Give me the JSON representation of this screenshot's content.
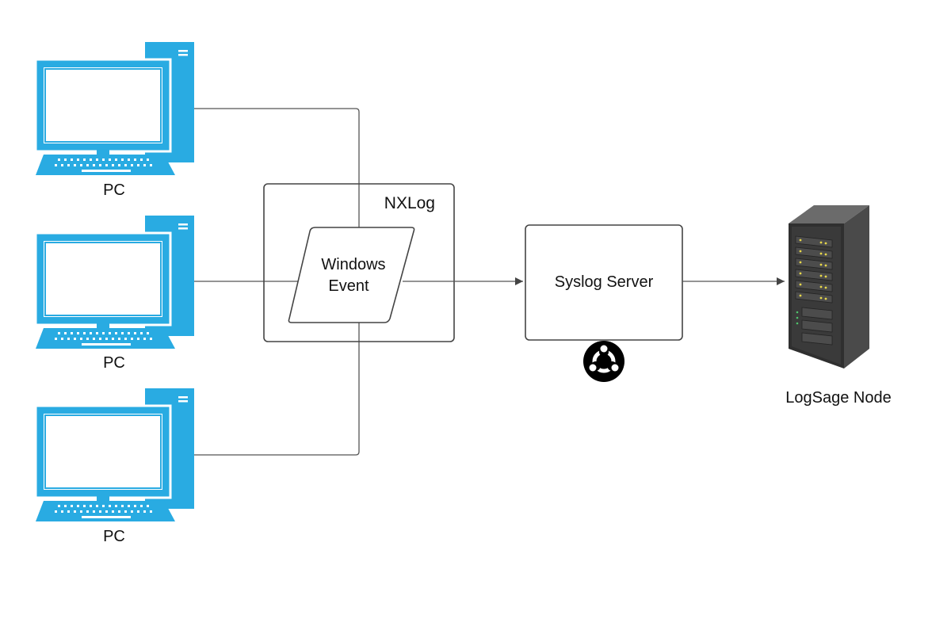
{
  "colors": {
    "pc_blue": "#29ABE2",
    "line": "#555555",
    "box_border": "#444444",
    "server_dark": "#3a3a3a",
    "server_led": "#e8d84a"
  },
  "sources": [
    {
      "label": "PC",
      "icon": "desktop-computer-icon"
    },
    {
      "label": "PC",
      "icon": "desktop-computer-icon"
    },
    {
      "label": "PC",
      "icon": "desktop-computer-icon"
    }
  ],
  "nxlog": {
    "title": "NXLog",
    "event_line1": "Windows",
    "event_line2": "Event"
  },
  "syslog": {
    "label": "Syslog Server",
    "os_icon": "ubuntu-icon"
  },
  "destination": {
    "label": "LogSage Node",
    "icon": "server-rack-icon"
  }
}
